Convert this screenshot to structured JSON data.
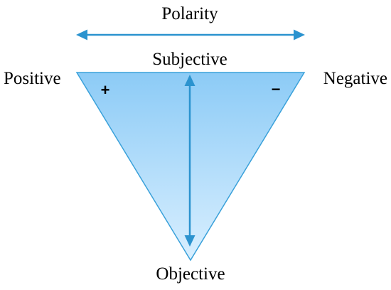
{
  "diagram": {
    "title": "Polarity",
    "top_label": "Subjective",
    "bottom_label": "Objective",
    "left_label": "Positive",
    "right_label": "Negative",
    "plus_sign": "+",
    "minus_sign": "−"
  },
  "colors": {
    "arrow": "#2b93cf",
    "triangle_top": "#8ccbf6",
    "triangle_bottom": "#d9efff",
    "triangle_edge": "#3aa1da",
    "text": "#000000"
  }
}
